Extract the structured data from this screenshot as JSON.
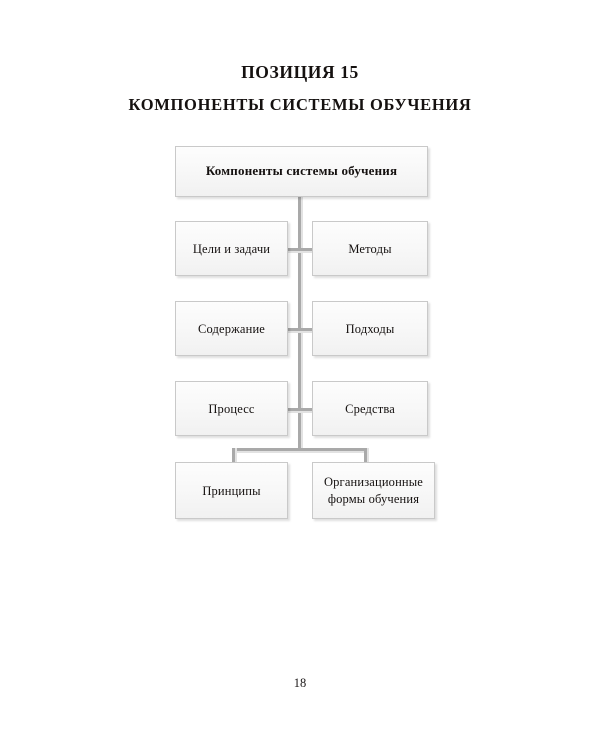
{
  "page": {
    "title_main": "ПОЗИЦИЯ 15",
    "title_sub": "КОМПОНЕНТЫ СИСТЕМЫ ОБУЧЕНИЯ",
    "folio": "18",
    "background_color": "#ffffff",
    "text_color": "#151110"
  },
  "diagram": {
    "type": "hierarchy",
    "box_fill_color": "#f7f7f7",
    "box_border_color": "#c9c9c9",
    "connector_color": "#a9a9a9",
    "root": {
      "label": "Компоненты системы обучения"
    },
    "rows": [
      {
        "left": {
          "label": "Цели и задачи"
        },
        "right": {
          "label": "Методы"
        }
      },
      {
        "left": {
          "label": "Содержание"
        },
        "right": {
          "label": "Подходы"
        }
      },
      {
        "left": {
          "label": "Процесс"
        },
        "right": {
          "label": "Средства"
        }
      }
    ],
    "bottom": {
      "left": {
        "label": "Принципы"
      },
      "right": {
        "label_line1": "Организационные",
        "label_line2": "формы обучения"
      }
    }
  }
}
